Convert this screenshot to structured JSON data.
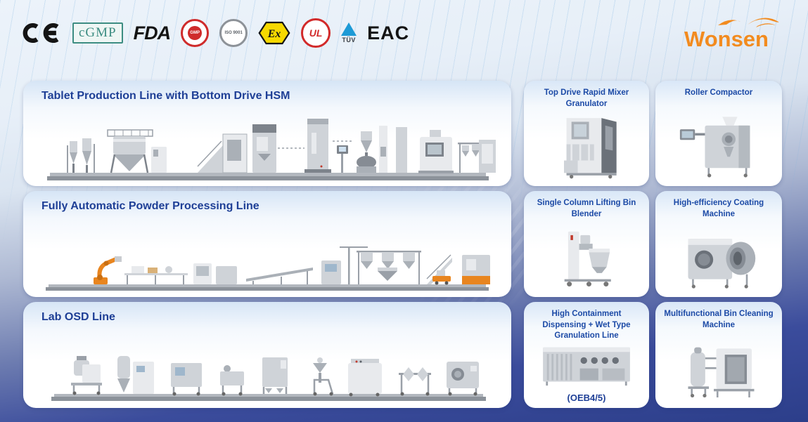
{
  "header": {
    "certifications": [
      {
        "id": "ce-mark",
        "label": "CE"
      },
      {
        "id": "cgmp",
        "label": "cGMP"
      },
      {
        "id": "fda",
        "label": "FDA"
      },
      {
        "id": "gmp-seal",
        "label": "GMP"
      },
      {
        "id": "iso9001-seal",
        "label": "ISO 9001"
      },
      {
        "id": "atex-ex",
        "label": "Ex"
      },
      {
        "id": "ul",
        "label": "UL"
      },
      {
        "id": "tuv",
        "label": "TÜV"
      },
      {
        "id": "eac",
        "label": "EAC"
      }
    ],
    "logo_text": "Wonsen"
  },
  "panels": [
    {
      "title": "Tablet Production Line with Bottom Drive HSM"
    },
    {
      "title": "Fully Automatic Powder Processing Line"
    },
    {
      "title": "Lab OSD Line"
    }
  ],
  "cards": [
    {
      "title": "Top Drive Rapid Mixer Granulator"
    },
    {
      "title": "Roller Compactor"
    },
    {
      "title": "Single Column Lifting Bin Blender"
    },
    {
      "title": "High-efficiency Coating Machine"
    },
    {
      "title": "High Containment Dispensing + Wet Type Granulation Line",
      "note": "(OEB4/5)"
    },
    {
      "title": "Multifunctional Bin Cleaning Machine"
    }
  ],
  "colors": {
    "brand_orange": "#f28b1f",
    "panel_title_blue": "#1e3f96",
    "card_title_blue": "#1c4aa6",
    "background_navy": "#2c3e8a",
    "background_light": "#ecf3fa",
    "robot_orange": "#e8851f"
  }
}
